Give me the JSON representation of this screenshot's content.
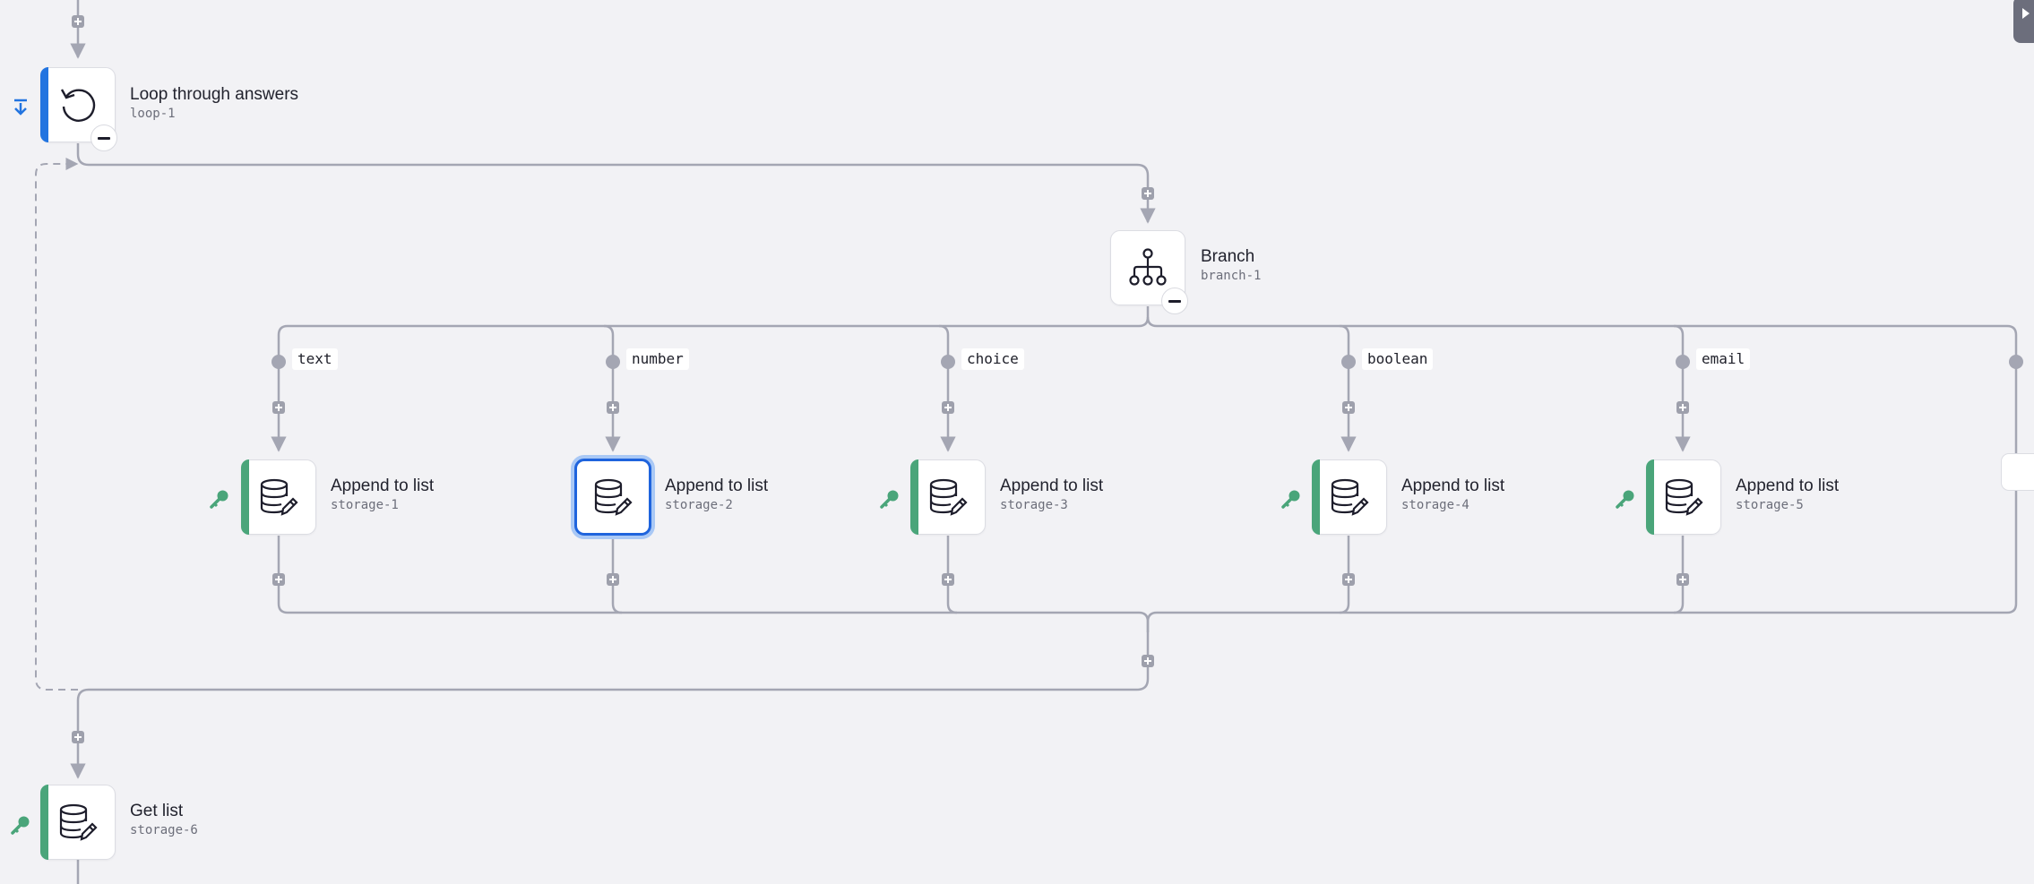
{
  "nodes": {
    "loop": {
      "title": "Loop through answers",
      "id": "loop-1",
      "icon": "loop-icon"
    },
    "branch": {
      "title": "Branch",
      "id": "branch-1",
      "icon": "branch-icon"
    },
    "storage_1": {
      "title": "Append to list",
      "id": "storage-1",
      "icon": "database-edit-icon"
    },
    "storage_2": {
      "title": "Append to list",
      "id": "storage-2",
      "icon": "database-edit-icon"
    },
    "storage_3": {
      "title": "Append to list",
      "id": "storage-3",
      "icon": "database-edit-icon"
    },
    "storage_4": {
      "title": "Append to list",
      "id": "storage-4",
      "icon": "database-edit-icon"
    },
    "storage_5": {
      "title": "Append to list",
      "id": "storage-5",
      "icon": "database-edit-icon"
    },
    "storage_6": {
      "title": "Get list",
      "id": "storage-6",
      "icon": "database-edit-icon"
    }
  },
  "branches": [
    "text",
    "number",
    "choice",
    "boolean",
    "email"
  ],
  "colors": {
    "canvas": "#f2f2f5",
    "connector": "#a4a6b3",
    "storage_accent": "#4aa57a",
    "loop_accent": "#2274e0",
    "selected": "#1f64dd"
  }
}
